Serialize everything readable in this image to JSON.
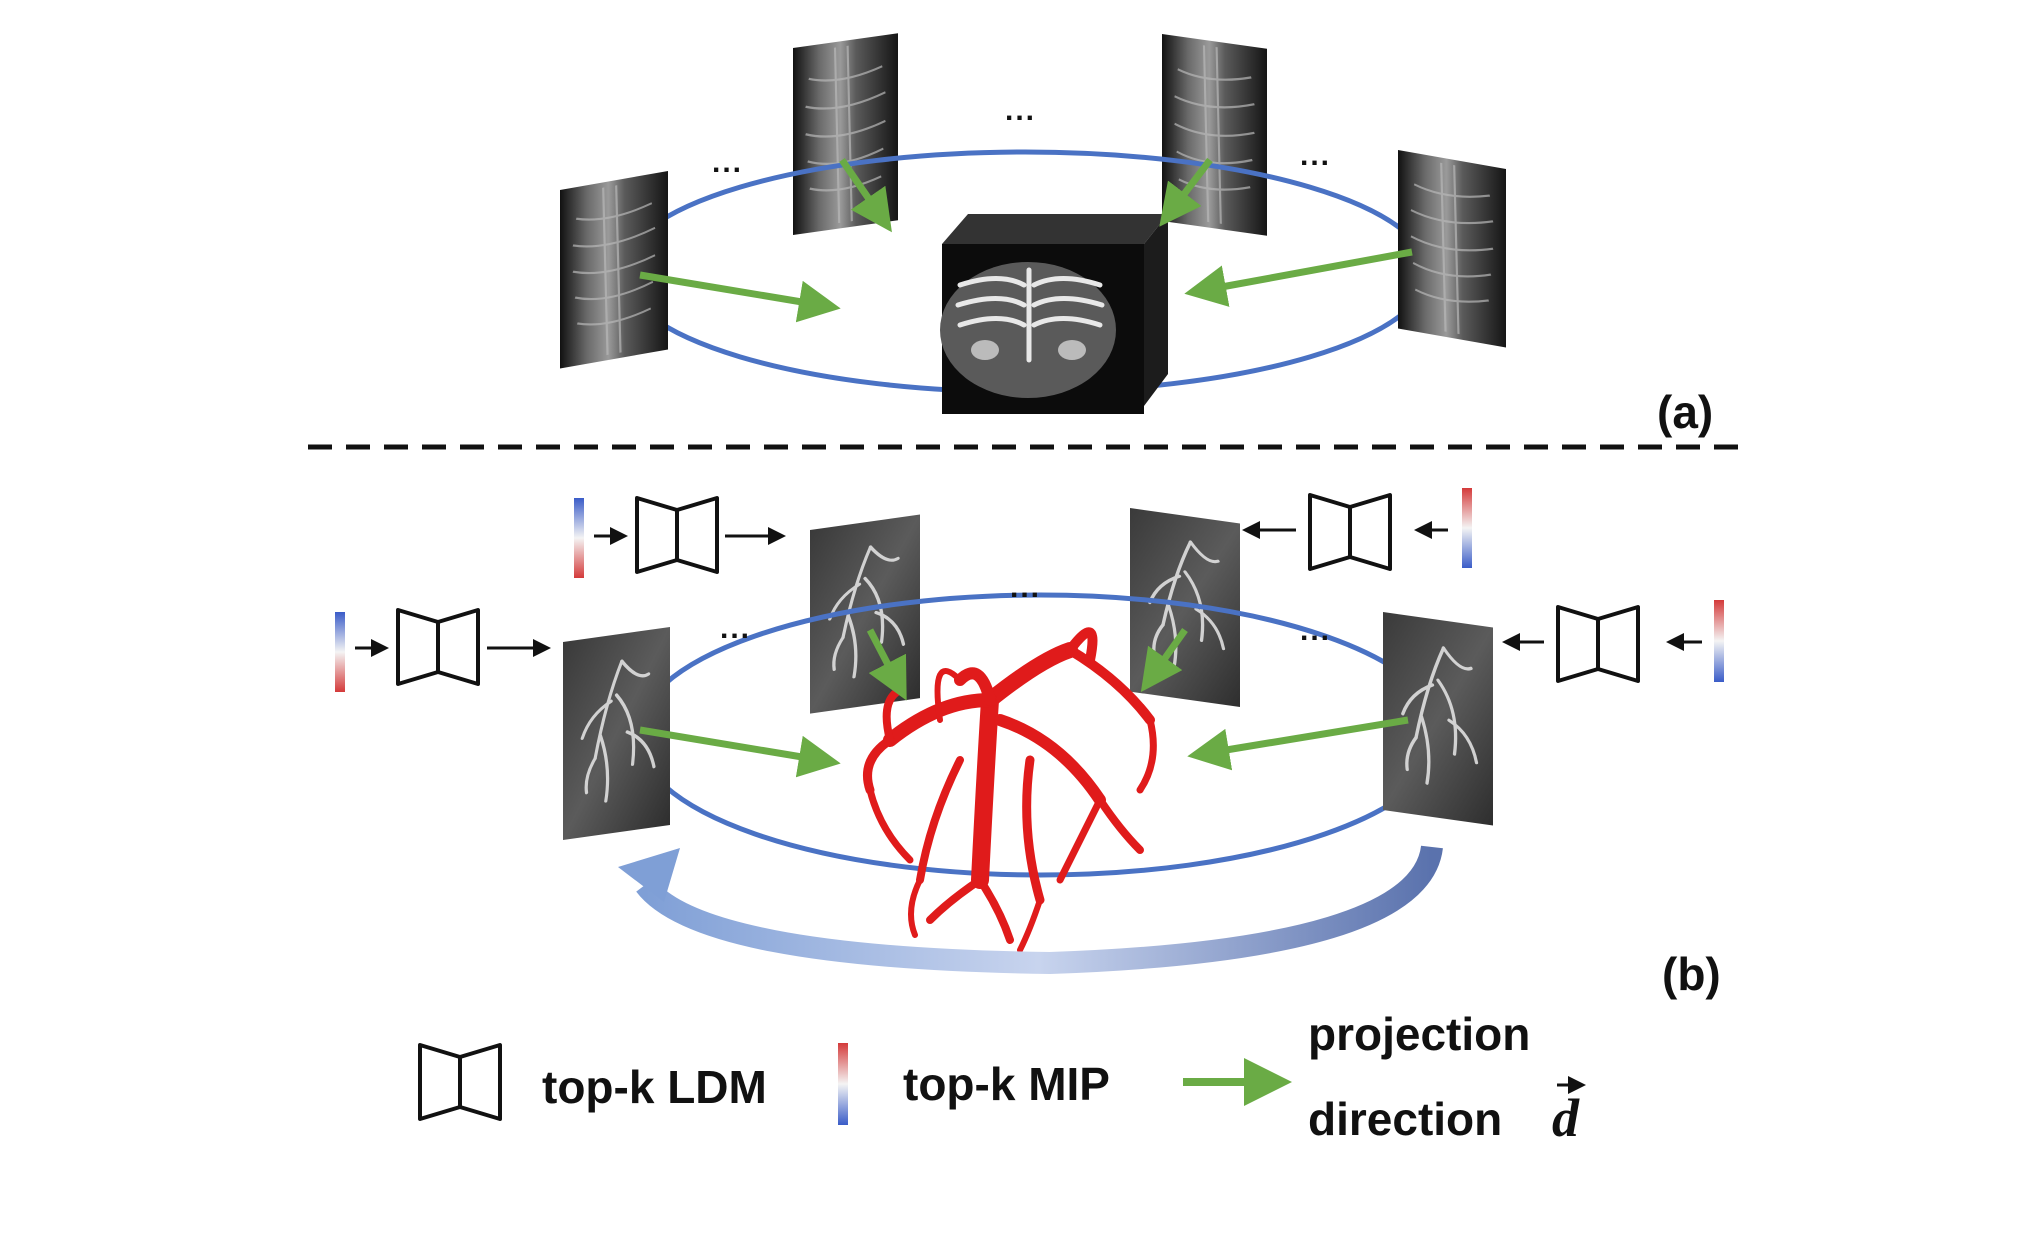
{
  "panel_a": {
    "label": "(a)",
    "ellipsis_left": "...",
    "ellipsis_top": "...",
    "ellipsis_right": "..."
  },
  "panel_b": {
    "label": "(b)",
    "ellipsis_left": "...",
    "ellipsis_top": "...",
    "ellipsis_right": "..."
  },
  "legend": {
    "ldm_label": "top-k LDM",
    "mip_label": "top-k MIP",
    "projection_line1": "projection",
    "projection_line2": "direction",
    "direction_symbol": "d"
  },
  "colors": {
    "orbit": "#4a72c4",
    "projection_arrow": "#6aab45",
    "vessel": "#e01b1b",
    "divider": "#111111",
    "colorbar_red": "#d43a3a",
    "colorbar_blue": "#3a5cc8"
  }
}
